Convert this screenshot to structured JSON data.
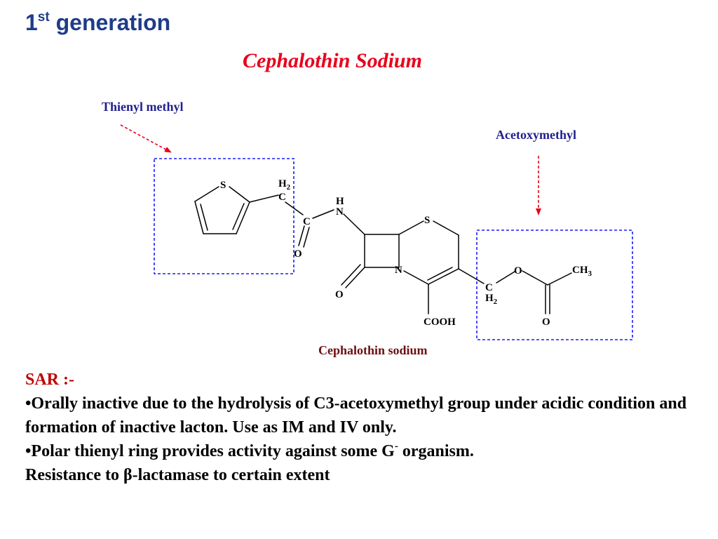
{
  "slide": {
    "heading_num": "1",
    "heading_sup": "st",
    "heading_text": " generation",
    "subtitle": "Cephalothin Sodium"
  },
  "structure": {
    "label_thienyl": "Thienyl methyl",
    "label_acetoxy": "Acetoxymethyl",
    "caption": "Cephalothin sodium",
    "atoms": {
      "s_thiophene": "S",
      "h2_top": "H",
      "h2_top_sub": "2",
      "c_ch2": "C",
      "c_amide": "C",
      "o_amide": "O",
      "h_nh": "H",
      "n_nh": "N",
      "s_ring": "S",
      "n_ring": "N",
      "o_lactam": "O",
      "cooh": "COOH",
      "c_ch2_right": "C",
      "h2_right": "H",
      "h2_right_sub": "2",
      "o_ester": "O",
      "ch3": "CH",
      "ch3_sub": "3",
      "o_carbonyl": "O"
    },
    "colors": {
      "label": "#1f1f8f",
      "caption": "#6b1111",
      "arrow": "#e8001c",
      "box": "#1a1aff"
    }
  },
  "sar": {
    "title": "SAR :-",
    "line1": "•Orally inactive due to the hydrolysis of C3-acetoxymethyl group under acidic condition and formation of inactive lacton. Use as IM and IV only.",
    "line2_pre": "•Polar thienyl ring provides activity against some G",
    "line2_sup": "-",
    "line2_post": " organism.",
    "line3": "Resistance to β-lactamase to certain extent"
  }
}
